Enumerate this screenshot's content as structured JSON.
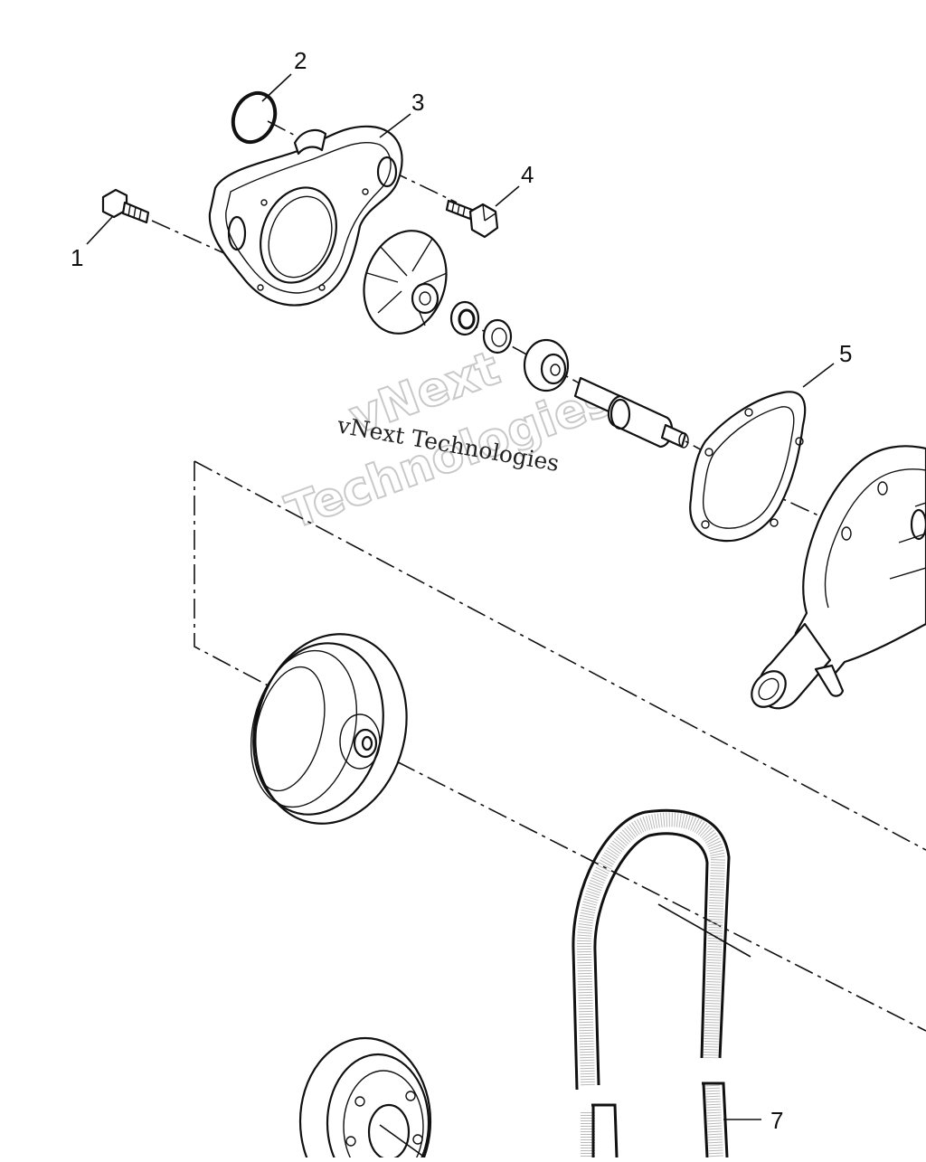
{
  "diagram": {
    "colors": {
      "ink": "#111111",
      "paper": "#ffffff",
      "watermark_outline": "#c9c9c9"
    },
    "callouts": [
      "1",
      "2",
      "3",
      "4",
      "5",
      "7"
    ],
    "watermark": {
      "serif_text": "vNext Technologies",
      "outline_line_1": "vNext",
      "outline_line_2": "Technologies"
    }
  }
}
